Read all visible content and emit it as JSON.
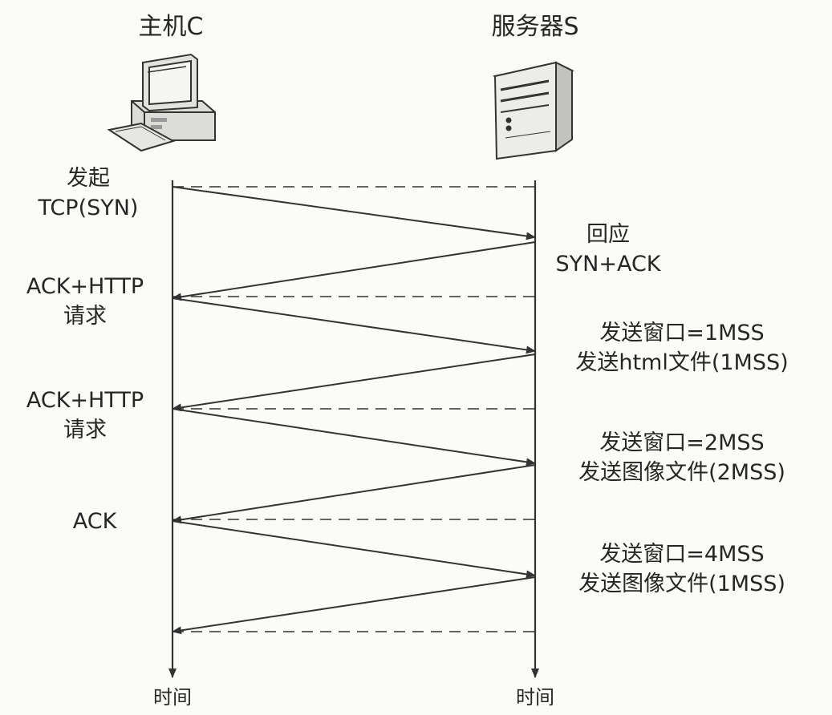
{
  "diagram": {
    "client": {
      "title": "主机C",
      "icon": "desktop-computer-icon"
    },
    "server": {
      "title": "服务器S",
      "icon": "server-tower-icon"
    },
    "time_label_client": "时间",
    "time_label_server": "时间",
    "client_events": [
      {
        "line1": "发起",
        "line2": "TCP(SYN)"
      },
      {
        "line1": "ACK+HTTP",
        "line2": "请求"
      },
      {
        "line1": "ACK+HTTP",
        "line2": "请求"
      },
      {
        "line1": "ACK",
        "line2": ""
      }
    ],
    "server_events": [
      {
        "line1": "回应",
        "line2": "SYN+ACK"
      },
      {
        "line1": "发送窗口=1MSS",
        "line2": "发送html文件(1MSS)"
      },
      {
        "line1": "发送窗口=2MSS",
        "line2": "发送图像文件(2MSS)"
      },
      {
        "line1": "发送窗口=4MSS",
        "line2": "发送图像文件(1MSS)"
      }
    ]
  }
}
